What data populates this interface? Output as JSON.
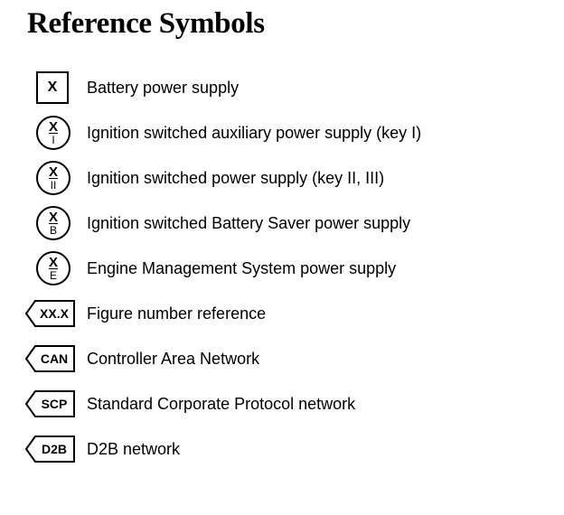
{
  "title": "Reference Symbols",
  "symbols": [
    {
      "type": "box",
      "mark": "X",
      "sub": "",
      "label": "Battery power supply"
    },
    {
      "type": "circle",
      "mark": "X",
      "sub": "I",
      "label": "Ignition switched auxiliary power supply (key I)"
    },
    {
      "type": "circle",
      "mark": "X",
      "sub": "II",
      "label": "Ignition switched power supply (key II, III)"
    },
    {
      "type": "circle",
      "mark": "X",
      "sub": "B",
      "label": "Ignition switched Battery Saver power supply"
    },
    {
      "type": "circle",
      "mark": "X",
      "sub": "E",
      "label": "Engine Management System power supply"
    },
    {
      "type": "tag",
      "mark": "XX.X",
      "sub": "",
      "label": "Figure number reference"
    },
    {
      "type": "tag",
      "mark": "CAN",
      "sub": "",
      "label": "Controller Area Network"
    },
    {
      "type": "tag",
      "mark": "SCP",
      "sub": "",
      "label": "Standard Corporate Protocol network"
    },
    {
      "type": "tag",
      "mark": "D2B",
      "sub": "",
      "label": "D2B network"
    }
  ]
}
